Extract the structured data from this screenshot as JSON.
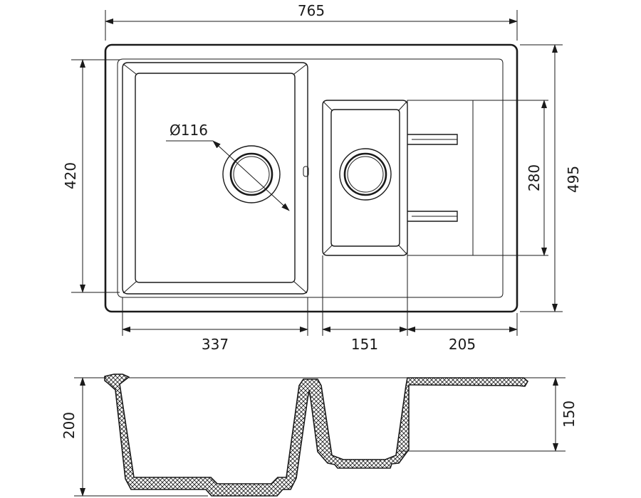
{
  "drawing": {
    "top_view": {
      "overall_width": "765",
      "overall_depth": "495",
      "main_bowl_depth": "420",
      "small_bowl_depth": "280",
      "drain_diameter": "Ø116",
      "main_bowl_width": "337",
      "small_bowl_width": "151",
      "drainboard_width": "205"
    },
    "section_view": {
      "main_bowl_height": "200",
      "small_bowl_height": "150"
    }
  },
  "colors": {
    "line": "#1a1a1a",
    "background": "#ffffff"
  }
}
